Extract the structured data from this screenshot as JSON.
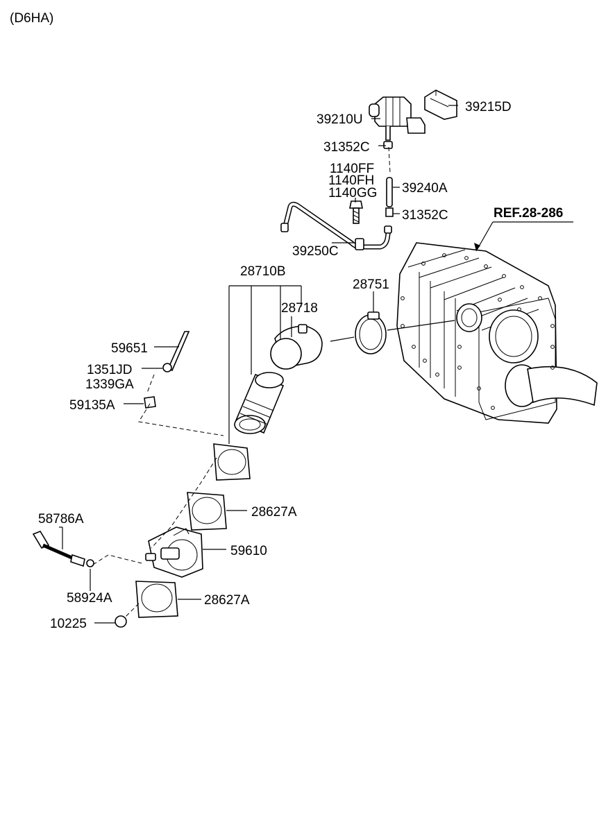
{
  "diagram": {
    "engine_code": "(D6HA)",
    "reference": "REF.28-286",
    "labels": {
      "p39215D": "39215D",
      "p39210U": "39210U",
      "p31352C_top": "31352C",
      "p1140FF": "1140FF",
      "p1140FH": "1140FH",
      "p1140GG": "1140GG",
      "p39240A": "39240A",
      "p31352C_mid": "31352C",
      "p39250C": "39250C",
      "p28710B": "28710B",
      "p28751": "28751",
      "p28718": "28718",
      "p59651": "59651",
      "p1351JD": "1351JD",
      "p1339GA": "1339GA",
      "p59135A": "59135A",
      "p58786A": "58786A",
      "p28627A_upper": "28627A",
      "p59610": "59610",
      "p58924A": "58924A",
      "p28627A_lower": "28627A",
      "p10225": "10225"
    }
  }
}
